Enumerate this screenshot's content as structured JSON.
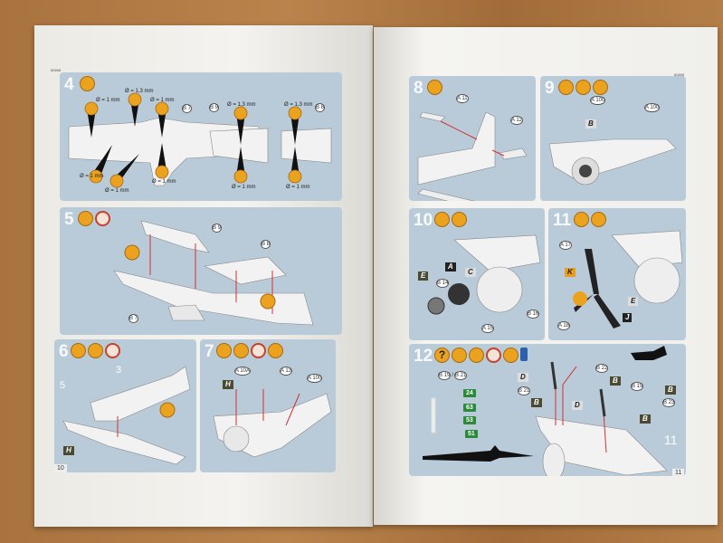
{
  "booklet_code_left": "80898",
  "booklet_code_right": "80898",
  "left_page": {
    "page_number": "10",
    "step4": {
      "number": "4",
      "parts": [
        "B 7",
        "B 9",
        "B 8"
      ],
      "drill_labels": [
        "Ø = 1,3 mm",
        "Ø = 1 mm",
        "Ø = 1 mm",
        "Ø = 1 mm",
        "Ø = 1 mm",
        "Ø = 1 mm",
        "Ø = 1,3 mm",
        "Ø = 1 mm",
        "Ø = 1,3 mm",
        "Ø = 1 mm"
      ]
    },
    "step5": {
      "number": "5",
      "parts": [
        "B 9",
        "B 8",
        "B 7"
      ]
    },
    "step6": {
      "number": "6",
      "sub_labels": [
        "3",
        "5"
      ],
      "decal": "H"
    },
    "step7": {
      "number": "7",
      "parts": [
        "A 10A",
        "A 13",
        "A 100"
      ],
      "decal": "H"
    }
  },
  "right_page": {
    "page_number": "11",
    "step8": {
      "number": "8",
      "parts": [
        "A 11",
        "A 12"
      ]
    },
    "step9": {
      "number": "9",
      "parts": [
        "A 100",
        "A 100"
      ],
      "decal": "B"
    },
    "step10": {
      "number": "10",
      "parts": [
        "B 14",
        "A 15",
        "B 16"
      ],
      "decals": [
        "E",
        "A",
        "C"
      ]
    },
    "step11": {
      "number": "11",
      "parts": [
        "A 17",
        "A 18"
      ],
      "decals": [
        "K",
        "E",
        "J"
      ]
    },
    "step12": {
      "number": "12",
      "parts": [
        "B 19",
        "B 21",
        "B 22",
        "B 21",
        "B 19",
        "B 23"
      ],
      "decals": [
        "D",
        "B",
        "B",
        "D",
        "B",
        "B"
      ],
      "green_tags": [
        "24",
        "63",
        "53",
        "51"
      ],
      "sub_label": "11"
    }
  }
}
